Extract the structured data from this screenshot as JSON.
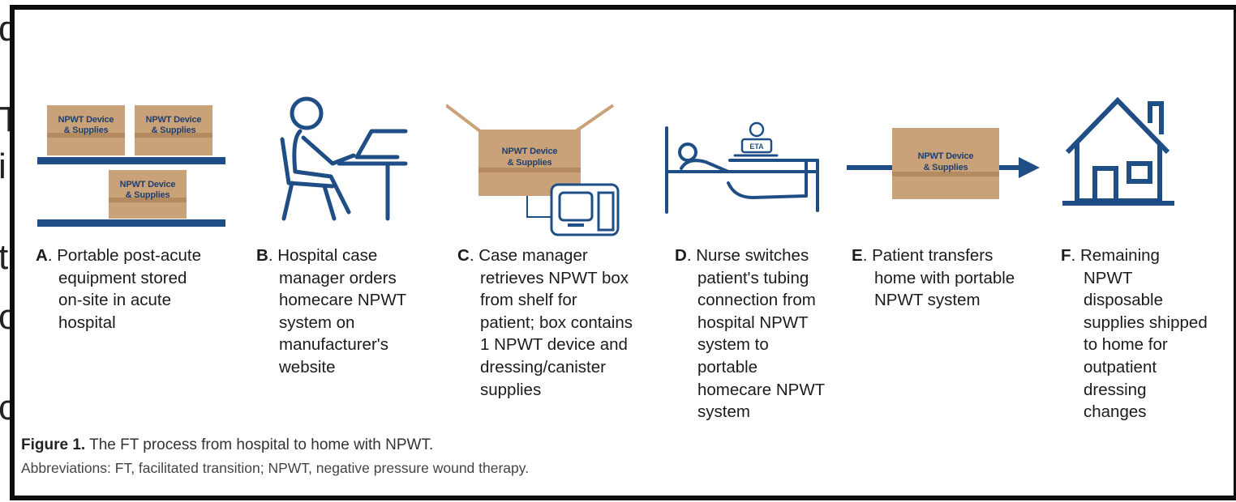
{
  "figure": {
    "steps": [
      {
        "letter": "A",
        "caption": "Portable post-acute equipment stored on-site in acute hospital",
        "lines": [
          "Portable post-acute",
          "equipment stored",
          "on-site in acute",
          "hospital"
        ],
        "box_label": [
          "NPWT Device",
          "& Supplies"
        ]
      },
      {
        "letter": "B",
        "caption": "Hospital case manager orders homecare NPWT system on manufacturer's website",
        "lines": [
          "Hospital case",
          "manager orders",
          "homecare NPWT",
          "system on",
          "manufacturer's",
          "website"
        ]
      },
      {
        "letter": "C",
        "caption": "Case manager retrieves NPWT box from shelf for patient; box contains 1 NPWT device and dressing/canister supplies",
        "lines": [
          "Case manager",
          "retrieves NPWT box",
          "from shelf for",
          "patient; box contains",
          "1 NPWT device and",
          "dressing/canister",
          "supplies"
        ],
        "box_label": [
          "NPWT Device",
          "& Supplies"
        ]
      },
      {
        "letter": "D",
        "caption": "Nurse switches patient's tubing connection from hospital NPWT system to portable homecare NPWT system",
        "lines": [
          "Nurse switches",
          "patient's tubing",
          "connection from",
          "hospital NPWT",
          "system to",
          "portable",
          "homecare NPWT",
          "system"
        ],
        "sign_text": "ETA"
      },
      {
        "letter": "E",
        "caption": "Patient transfers home with portable NPWT system",
        "lines": [
          "Patient transfers",
          "home with portable",
          "NPWT system"
        ],
        "box_label": [
          "NPWT Device",
          "& Supplies"
        ]
      },
      {
        "letter": "F",
        "caption": "Remaining NPWT disposable supplies shipped to home for outpatient dressing changes",
        "lines": [
          "Remaining",
          "NPWT",
          "disposable",
          "supplies shipped",
          "to home for",
          "outpatient",
          "dressing",
          "changes"
        ]
      }
    ],
    "title_bold": "Figure 1.",
    "title_text": "The FT process from hospital to home with NPWT.",
    "abbreviations": "Abbreviations: FT, facilitated transition; NPWT, negative pressure wound therapy."
  },
  "background_glyphs": [
    "d",
    "T",
    "i",
    "t",
    "o",
    "c"
  ],
  "colors": {
    "navy": "#1f4e86",
    "box_fill": "#c9a27a",
    "box_band": "#b48a60",
    "box_text": "#1f3f6d"
  }
}
